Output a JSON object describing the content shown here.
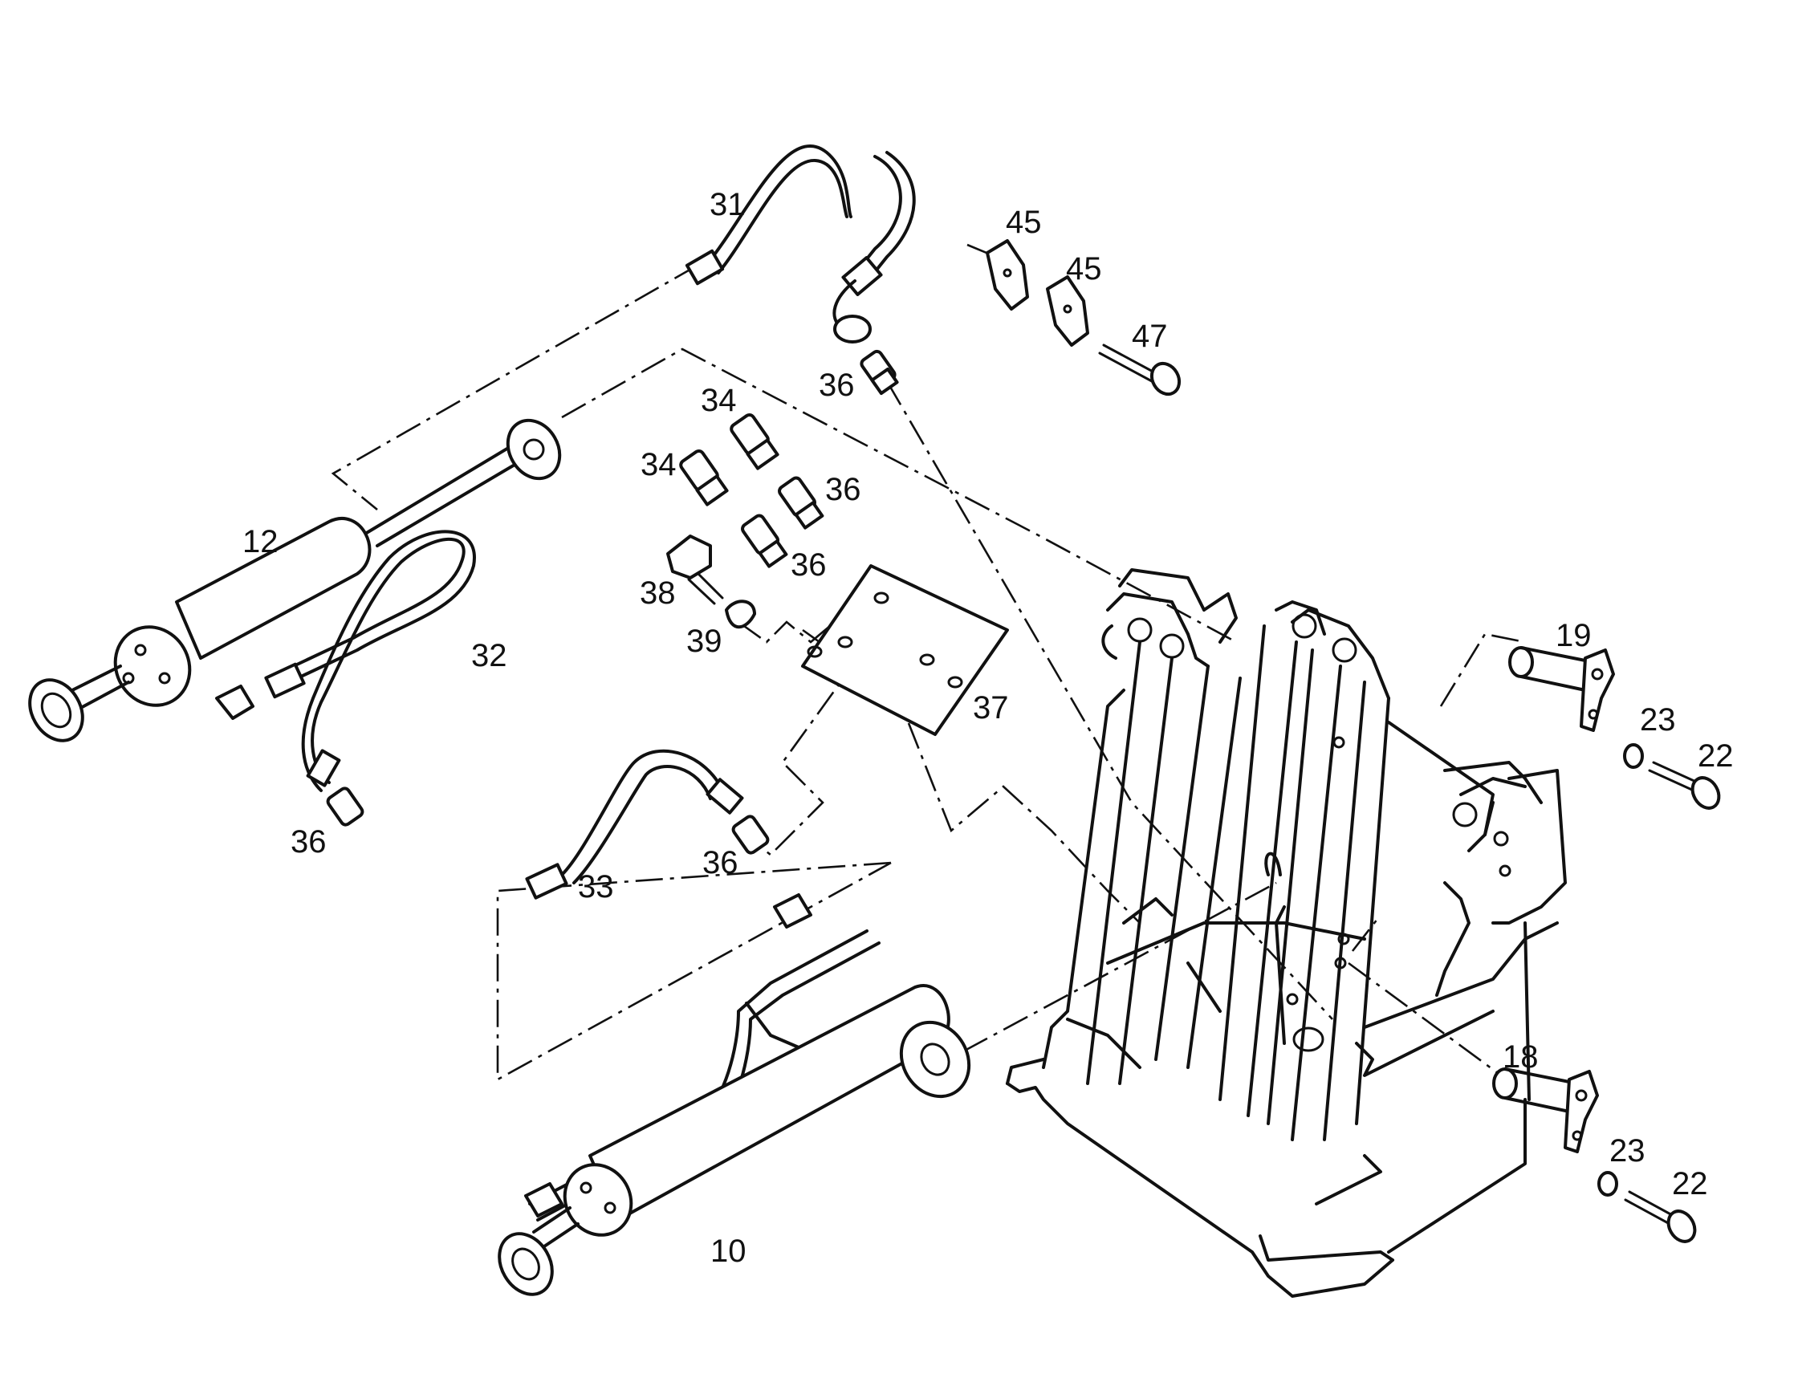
{
  "diagram": {
    "callouts": {
      "c31": "31",
      "c45a": "45",
      "c45b": "45",
      "c47": "47",
      "c36_top": "36",
      "c34_top": "34",
      "c34_mid": "34",
      "c36_mid_right": "36",
      "c36_mid": "36",
      "c38": "38",
      "c39": "39",
      "c37": "37",
      "c12": "12",
      "c32": "32",
      "c36_left": "36",
      "c33": "33",
      "c36_lower": "36",
      "c19": "19",
      "c23_upper": "23",
      "c22_upper": "22",
      "c18": "18",
      "c23_lower": "23",
      "c22_lower": "22",
      "c10": "10"
    }
  }
}
